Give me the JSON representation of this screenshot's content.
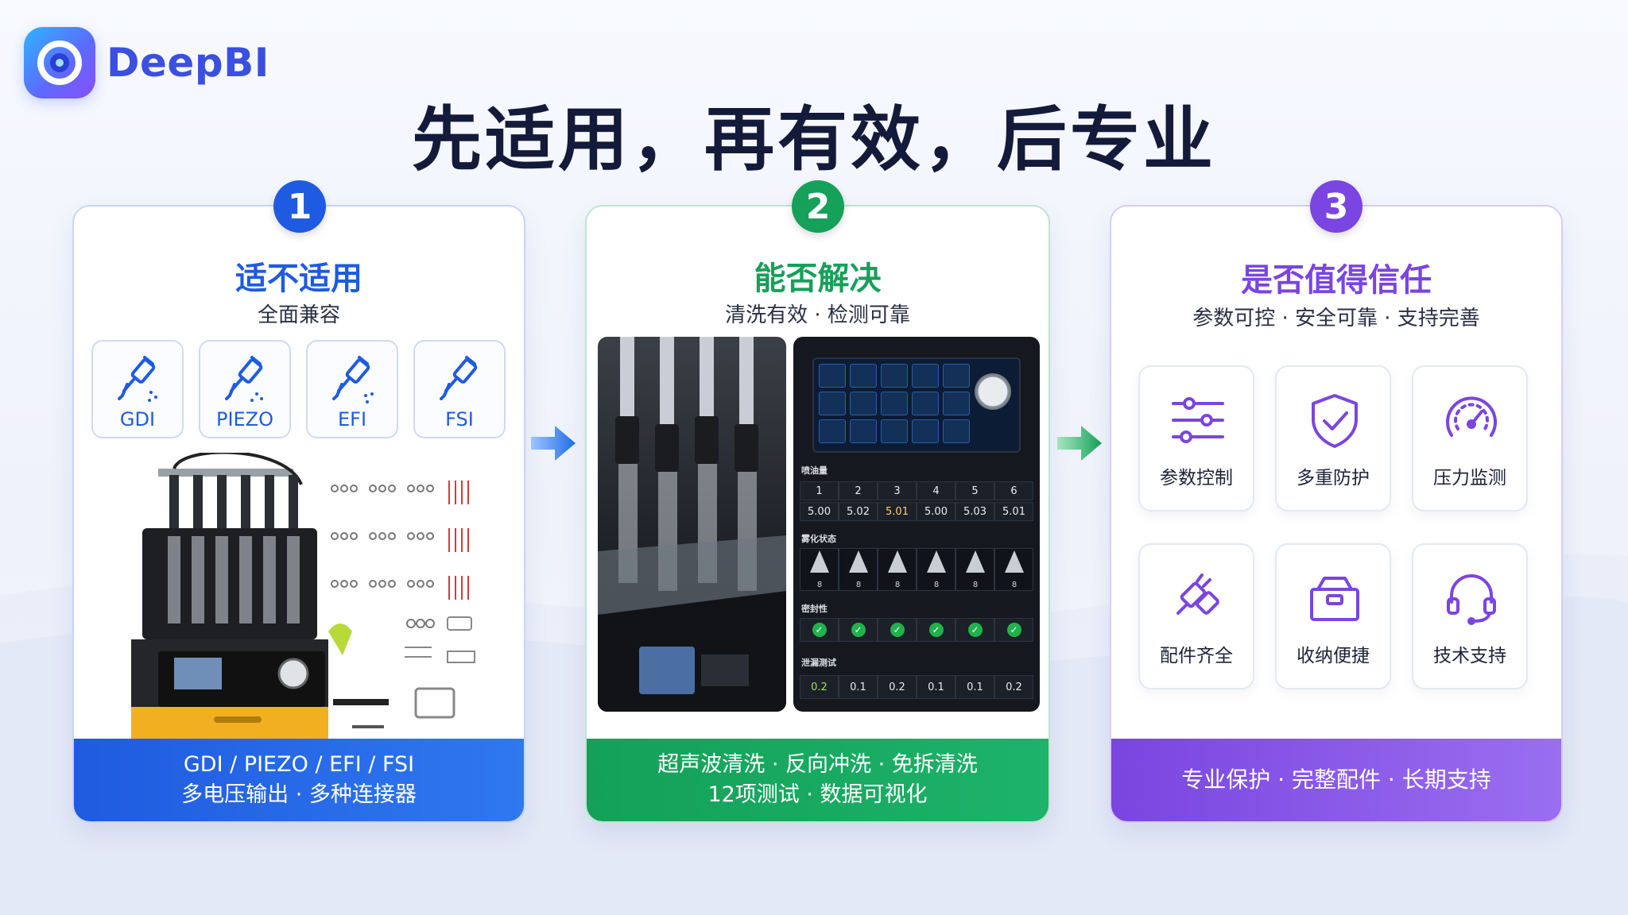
{
  "brand": {
    "name": "DeepBI"
  },
  "title": "先适用，再有效，后专业",
  "colors": {
    "blue": "#1f5be0",
    "green": "#16a05a",
    "purple": "#7a45e0"
  },
  "cards": [
    {
      "number": "1",
      "title": "适不适用",
      "subtitle": "全面兼容",
      "types": [
        {
          "label": "GDI",
          "icon": "injector-icon"
        },
        {
          "label": "PIEZO",
          "icon": "injector-icon"
        },
        {
          "label": "EFI",
          "icon": "injector-icon"
        },
        {
          "label": "FSI",
          "icon": "injector-icon"
        }
      ],
      "footer": [
        "GDI / PIEZO / EFI / FSI",
        "多电压输出 · 多种连接器"
      ]
    },
    {
      "number": "2",
      "title": "能否解决",
      "subtitle": "清洗有效 · 检测可靠",
      "sections": {
        "flow": {
          "label": "喷油量",
          "headers": [
            "1",
            "2",
            "3",
            "4",
            "5",
            "6"
          ],
          "values": [
            "5.00",
            "5.02",
            "5.01",
            "5.00",
            "5.03",
            "5.01"
          ]
        },
        "spray": {
          "label": "雾化状态",
          "values": [
            "8",
            "8",
            "8",
            "8",
            "8",
            "8"
          ]
        },
        "seal": {
          "label": "密封性",
          "count": 6
        },
        "leak": {
          "label": "泄漏测试",
          "values": [
            "0.2",
            "0.1",
            "0.2",
            "0.1",
            "0.1",
            "0.2"
          ]
        }
      },
      "footer": [
        "超声波清洗 · 反向冲洗 · 免拆清洗",
        "12项测试 · 数据可视化"
      ]
    },
    {
      "number": "3",
      "title": "是否值得信任",
      "subtitle": "参数可控 · 安全可靠 · 支持完善",
      "features": [
        {
          "label": "参数控制",
          "icon": "sliders-icon"
        },
        {
          "label": "多重防护",
          "icon": "shield-check-icon"
        },
        {
          "label": "压力监测",
          "icon": "gauge-icon"
        },
        {
          "label": "配件齐全",
          "icon": "connector-icon"
        },
        {
          "label": "收纳便捷",
          "icon": "toolbox-icon"
        },
        {
          "label": "技术支持",
          "icon": "headset-icon"
        }
      ],
      "footer": [
        "专业保护 · 完整配件 · 长期支持"
      ]
    }
  ]
}
